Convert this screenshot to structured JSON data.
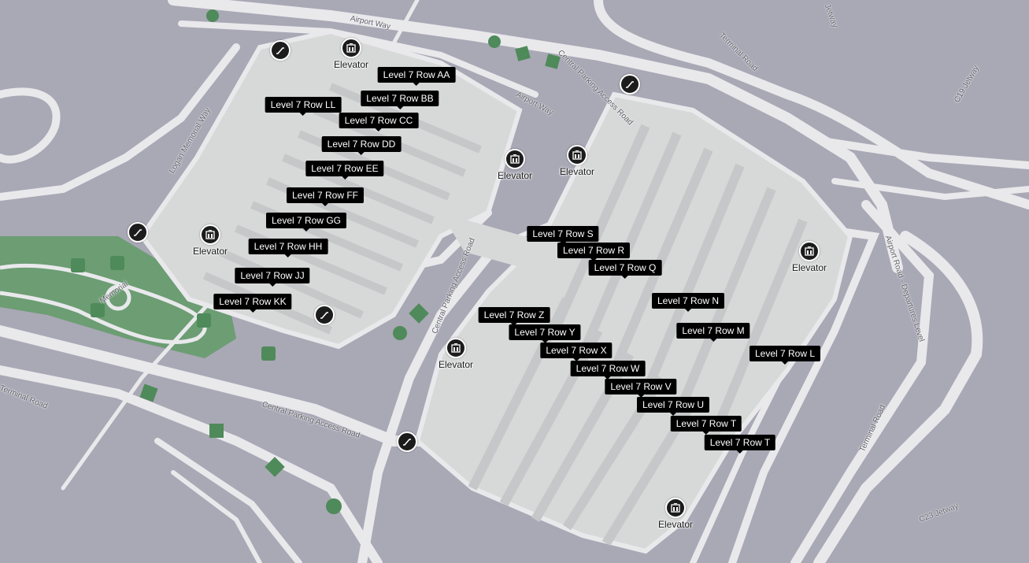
{
  "colors": {
    "background": "#a9a8b5",
    "road": "#e9e9ec",
    "parking": "#d7d9d9",
    "park": "#6c9d73",
    "tree": "#4f8a5a",
    "label_bg": "#000000"
  },
  "row_labels": [
    {
      "id": "aa",
      "text": "Level 7 Row AA"
    },
    {
      "id": "bb",
      "text": "Level 7 Row BB"
    },
    {
      "id": "ll",
      "text": "Level 7 Row LL"
    },
    {
      "id": "cc",
      "text": "Level 7 Row CC"
    },
    {
      "id": "dd",
      "text": "Level 7 Row DD"
    },
    {
      "id": "ee",
      "text": "Level 7 Row EE"
    },
    {
      "id": "ff",
      "text": "Level 7 Row FF"
    },
    {
      "id": "gg",
      "text": "Level 7 Row GG"
    },
    {
      "id": "hh",
      "text": "Level 7 Row HH"
    },
    {
      "id": "jj",
      "text": "Level 7 Row JJ"
    },
    {
      "id": "kk",
      "text": "Level 7 Row KK"
    },
    {
      "id": "s",
      "text": "Level 7 Row S"
    },
    {
      "id": "r",
      "text": "Level 7 Row R"
    },
    {
      "id": "q",
      "text": "Level 7 Row Q"
    },
    {
      "id": "n",
      "text": "Level 7 Row N"
    },
    {
      "id": "m",
      "text": "Level 7 Row M"
    },
    {
      "id": "l",
      "text": "Level 7 Row L"
    },
    {
      "id": "z",
      "text": "Level 7 Row Z"
    },
    {
      "id": "y",
      "text": "Level 7 Row Y"
    },
    {
      "id": "x",
      "text": "Level 7 Row X"
    },
    {
      "id": "w",
      "text": "Level 7 Row W"
    },
    {
      "id": "v",
      "text": "Level 7 Row V"
    },
    {
      "id": "u",
      "text": "Level 7 Row U"
    },
    {
      "id": "t1",
      "text": "Level 7 Row T"
    },
    {
      "id": "t2",
      "text": "Level 7 Row T"
    }
  ],
  "elevators": [
    {
      "id": "e1",
      "label": "Elevator",
      "icon": "elevator-icon"
    },
    {
      "id": "e2",
      "label": "Elevator",
      "icon": "elevator-icon"
    },
    {
      "id": "e3",
      "label": "Elevator",
      "icon": "elevator-icon"
    },
    {
      "id": "e4",
      "label": "Elevator",
      "icon": "elevator-icon"
    },
    {
      "id": "e5",
      "label": "Elevator",
      "icon": "elevator-icon"
    },
    {
      "id": "e6",
      "label": "Elevator",
      "icon": "elevator-icon"
    },
    {
      "id": "e7",
      "label": "Elevator",
      "icon": "elevator-icon"
    }
  ],
  "escalators": [
    {
      "id": "s1",
      "icon": "escalator-icon"
    },
    {
      "id": "s2",
      "icon": "escalator-icon"
    },
    {
      "id": "s3",
      "icon": "escalator-icon"
    },
    {
      "id": "s4",
      "icon": "escalator-icon"
    },
    {
      "id": "s5",
      "icon": "escalator-icon"
    }
  ],
  "streets": [
    {
      "id": "airport-way-1",
      "text": "Airport Way"
    },
    {
      "id": "airport-way-2",
      "text": "Airport Way"
    },
    {
      "id": "central-1",
      "text": "Central Parking Access Road"
    },
    {
      "id": "central-2",
      "text": "Central Parking Access Road"
    },
    {
      "id": "central-3",
      "text": "Central Parking Access Road"
    },
    {
      "id": "logan",
      "text": "Logan Memorial Way"
    },
    {
      "id": "terminal-1",
      "text": "Terminal Road"
    },
    {
      "id": "terminal-2",
      "text": "Terminal Road"
    },
    {
      "id": "terminal-3",
      "text": "Terminal Road"
    },
    {
      "id": "departures",
      "text": "Airport Road - Departures Level"
    },
    {
      "id": "c23",
      "text": "C23 Jetway"
    },
    {
      "id": "c19",
      "text": "C19 Jetway"
    },
    {
      "id": "jetway",
      "text": "Jetway"
    },
    {
      "id": "memorial",
      "text": "Memorial"
    }
  ]
}
